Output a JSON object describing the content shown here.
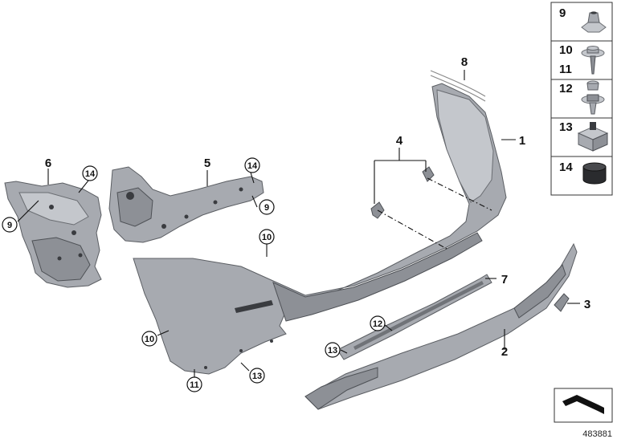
{
  "diagram": {
    "callouts": {
      "p1": "1",
      "p2": "2",
      "p3": "3",
      "p4": "4",
      "p5": "5",
      "p6": "6",
      "p7": "7",
      "p8": "8",
      "c9a": "9",
      "c9b": "9",
      "c10a": "10",
      "c10b": "10",
      "c11": "11",
      "c12": "12",
      "c13a": "13",
      "c13b": "13",
      "c14a": "14",
      "c14b": "14"
    },
    "sidebar": [
      {
        "labels": [
          "9"
        ]
      },
      {
        "labels": [
          "10",
          "11"
        ]
      },
      {
        "labels": [
          "12"
        ]
      },
      {
        "labels": [
          "13"
        ]
      },
      {
        "labels": [
          "14"
        ]
      }
    ],
    "document_number": "483881"
  }
}
